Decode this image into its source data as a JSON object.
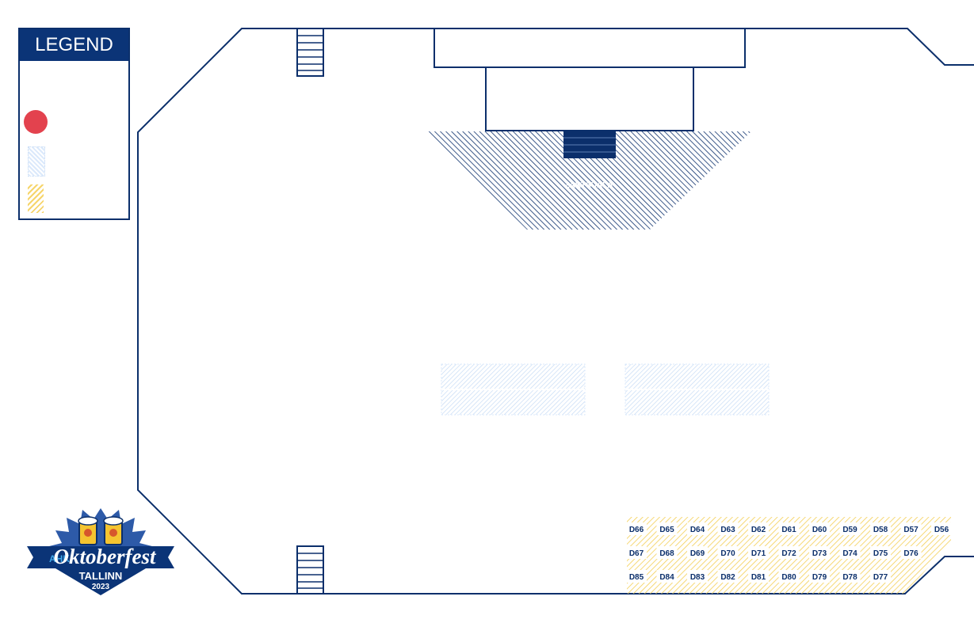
{
  "legend": {
    "title": "LEGEND",
    "items": [
      {
        "icon": "red-dot-icon",
        "color": "#e3424e"
      },
      {
        "icon": "blue-hatch-swatch",
        "color": "#dbe9fb"
      },
      {
        "icon": "yellow-hatch-swatch",
        "color": "#f6d56b"
      }
    ]
  },
  "stage": {
    "front_label": "ZAKTSUALA"
  },
  "logo": {
    "badge": "AHK",
    "name": "Oktoberfest",
    "city": "TALLINN",
    "year": "2023"
  },
  "tables": {
    "row1": [
      "D66",
      "D65",
      "D64",
      "D63",
      "D62",
      "D61",
      "D60",
      "D59",
      "D58",
      "D57",
      "D56"
    ],
    "row2": [
      "D67",
      "D68",
      "D69",
      "D70",
      "D71",
      "D72",
      "D73",
      "D74",
      "D75",
      "D76"
    ],
    "row3": [
      "D85",
      "D84",
      "D83",
      "D82",
      "D81",
      "D80",
      "D79",
      "D78",
      "D77"
    ]
  },
  "colors": {
    "outline": "#0b2f6b",
    "accent_yellow": "#f6d56b",
    "light_blue": "#dbe9fb",
    "legend_header": "#0b3477"
  }
}
